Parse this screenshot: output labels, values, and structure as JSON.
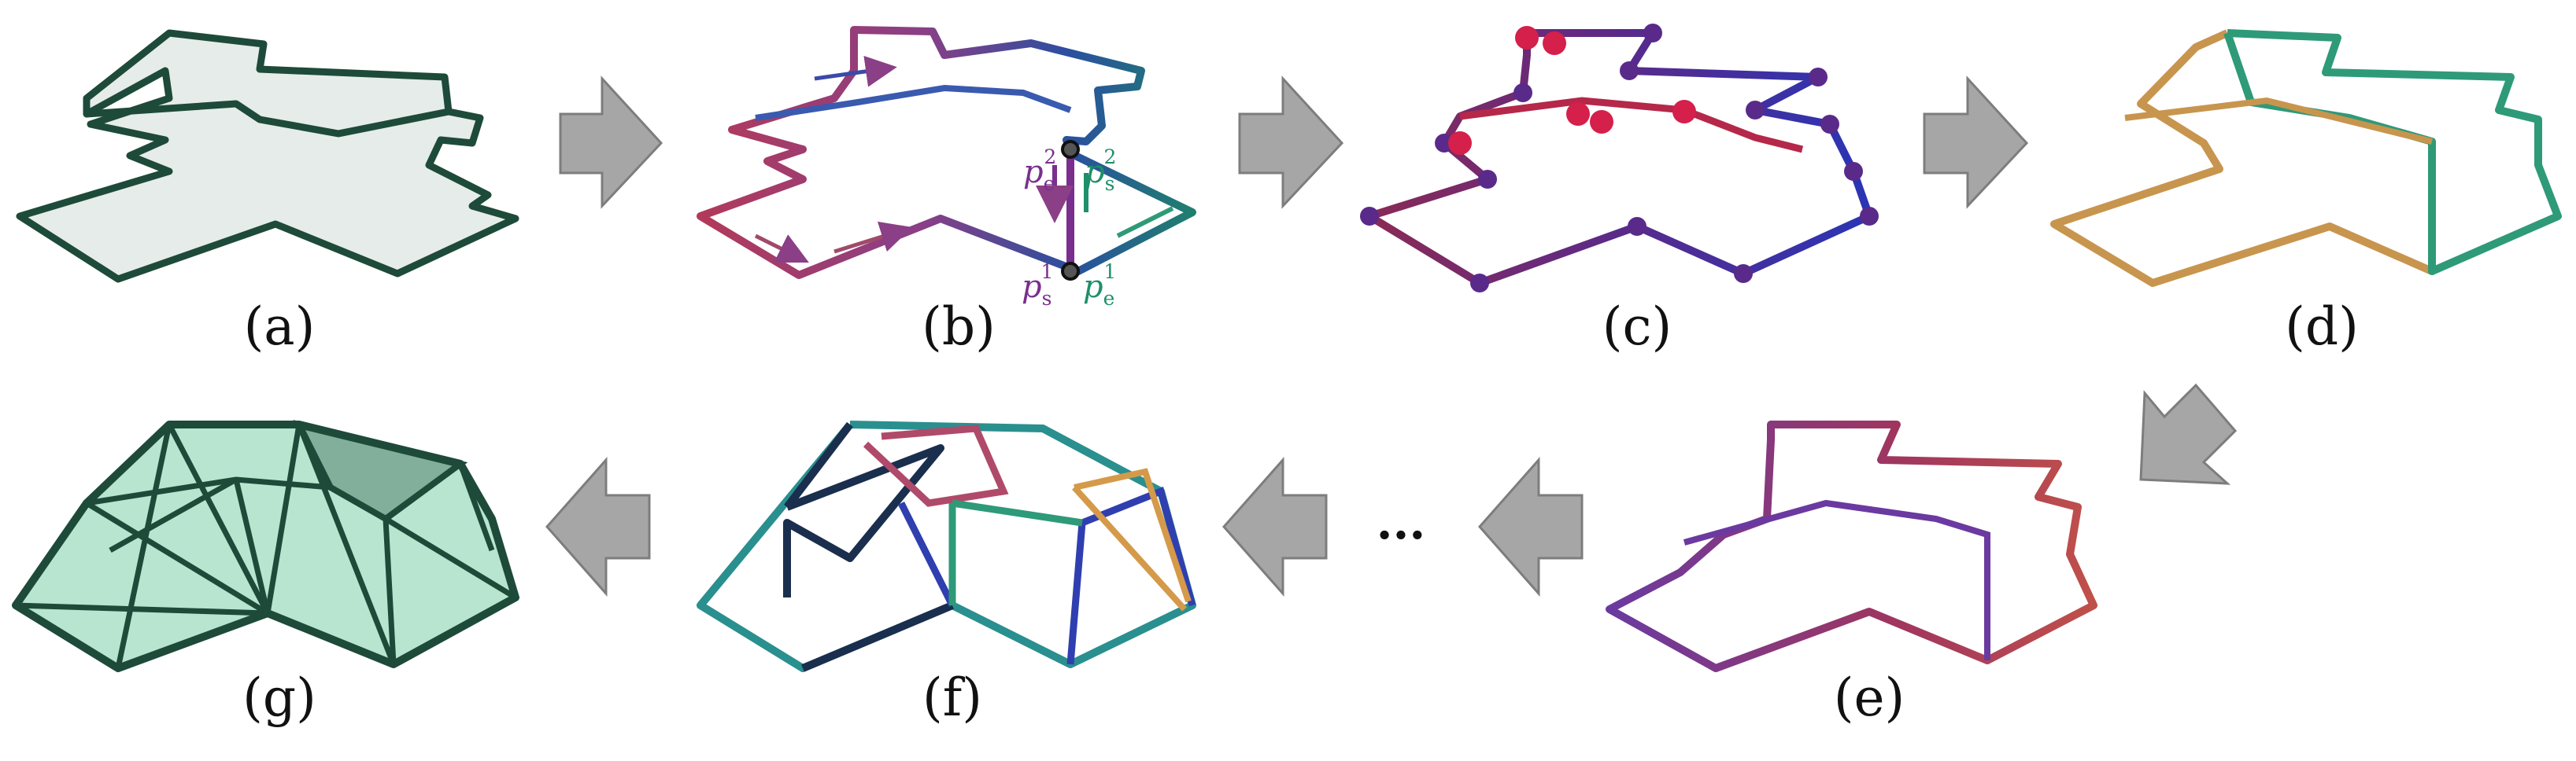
{
  "figure": {
    "panels": [
      {
        "id": "a",
        "label": "(a)"
      },
      {
        "id": "b",
        "label": "(b)"
      },
      {
        "id": "c",
        "label": "(c)"
      },
      {
        "id": "d",
        "label": "(d)"
      },
      {
        "id": "e",
        "label": "(e)"
      },
      {
        "id": "f",
        "label": "(f)"
      },
      {
        "id": "g",
        "label": "(g)"
      }
    ],
    "ellipsis": "...",
    "annotations": {
      "pe2": {
        "base": "p",
        "sub": "e",
        "sup": "2",
        "color": "#7a2e8e"
      },
      "ps2": {
        "base": "p",
        "sub": "s",
        "sup": "2",
        "color": "#1f8f6a"
      },
      "ps1": {
        "base": "p",
        "sub": "s",
        "sup": "1",
        "color": "#7a2e8e"
      },
      "pe1": {
        "base": "p",
        "sub": "e",
        "sup": "1",
        "color": "#1f8f6a"
      }
    }
  },
  "colors": {
    "outline_dark": "#1e4a3a",
    "fill_light": "#e6ecea",
    "arrow_gray": "#a6a6a6",
    "arrow_stroke": "#7d7d7d",
    "tan": "#c8954e",
    "teal": "#2e9a78",
    "purple": "#6a3aa0",
    "crimson": "#c0284a",
    "blue": "#2f3fb0",
    "navy": "#1a2e4e",
    "green_fill": "#7ccfa8"
  }
}
